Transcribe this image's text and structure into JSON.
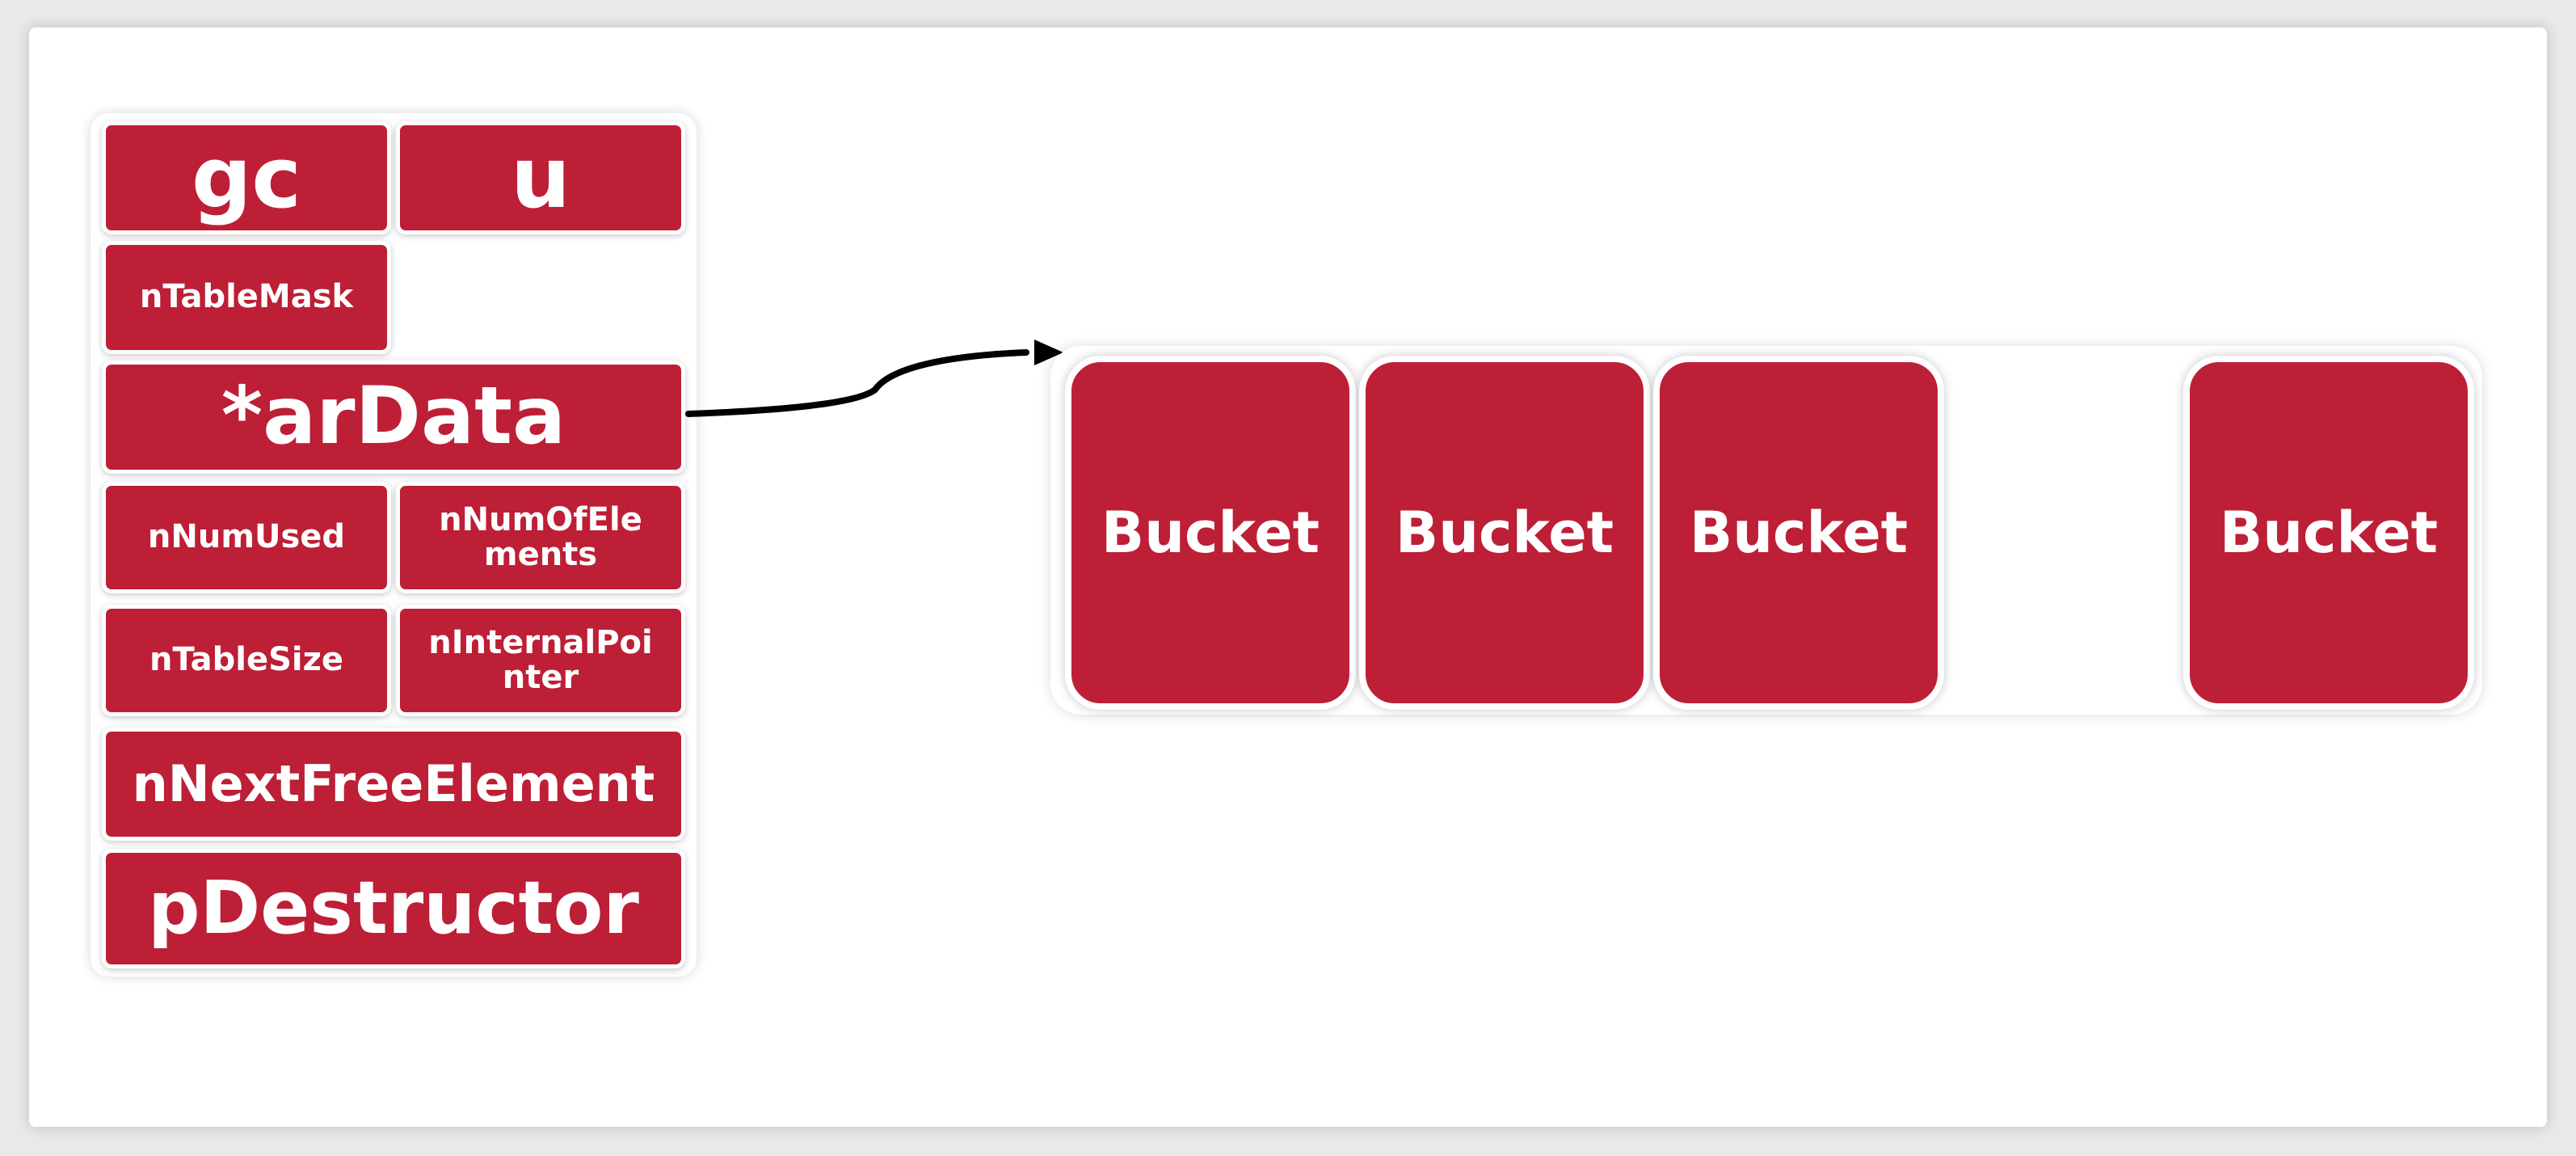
{
  "diagram": {
    "struct_fields": {
      "gc": "gc",
      "u": "u",
      "nTableMask": "nTableMask",
      "arData": "*arData",
      "nNumUsed": "nNumUsed",
      "nNumOfElements": "nNumOfEle\nments",
      "nTableSize": "nTableSize",
      "nInternalPointer": "nInternalPoi\nnter",
      "nNextFreeElement": "nNextFreeElement",
      "pDestructor": "pDestructor"
    },
    "buckets": [
      "Bucket",
      "Bucket",
      "Bucket",
      "Bucket"
    ],
    "colors": {
      "field_fill": "#bd1f36",
      "text": "#ffffff",
      "background": "#ffffff",
      "connector": "#000000"
    }
  }
}
